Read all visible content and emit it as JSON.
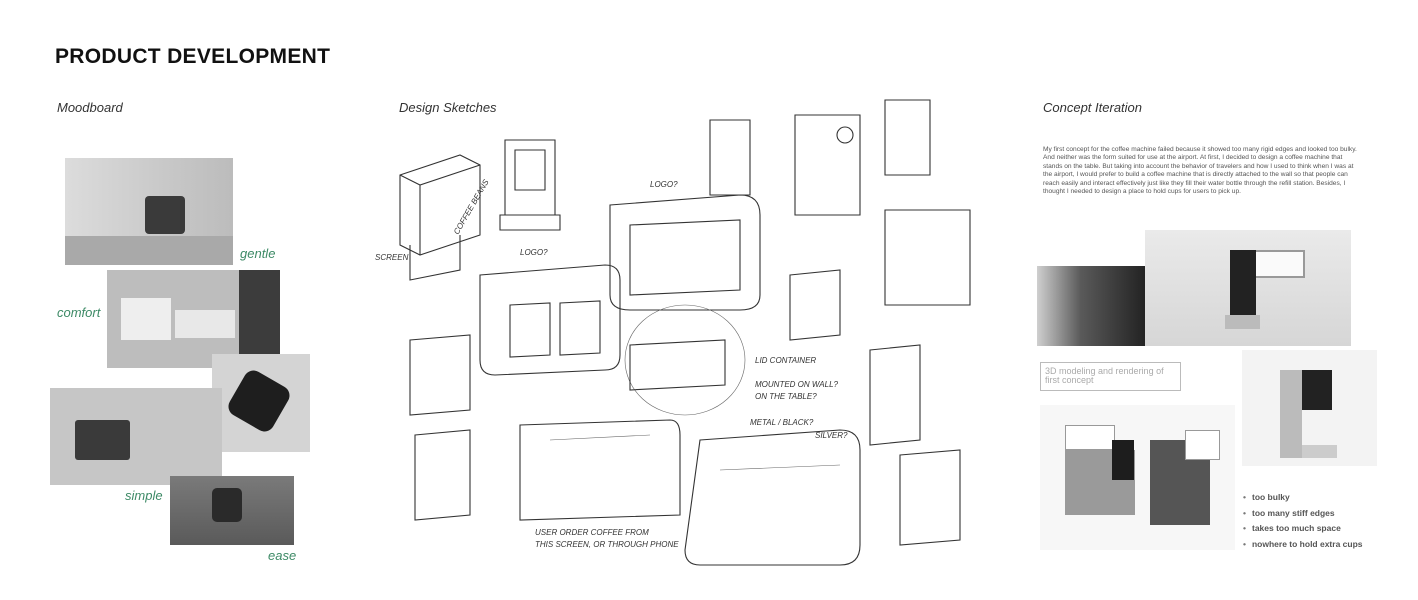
{
  "title": "PRODUCT DEVELOPMENT",
  "sections": {
    "moodboard": "Moodboard",
    "sketches": "Design Sketches",
    "concept": "Concept Iteration"
  },
  "moodboard": {
    "words": [
      "gentle",
      "comfort",
      "simple",
      "ease"
    ]
  },
  "sketch_notes": [
    "LOGO?",
    "LOGO?",
    "SCREEN",
    "COFFEE BEANS",
    "LID CONTAINER",
    "MOUNTED ON WALL?",
    "ON THE TABLE?",
    "METAL / BLACK?",
    "SILVER?",
    "USER ORDER COFFEE FROM",
    "THIS SCREEN, OR THROUGH PHONE"
  ],
  "concept": {
    "paragraph": "My first concept for the coffee machine failed because it showed too many rigid edges and looked too bulky. And neither was the form suited for use at the airport. At first, I decided to design a coffee machine that stands on the table. But taking into account the behavior of travelers and how I used to think when I was at the airport, I would prefer to build a coffee machine that is directly attached to the wall so that people can reach easily and interact effectively just like they fill their water bottle through the refill station. Besides, I thought I needed to design a place to hold cups for users to pick up.",
    "render_label": "3D modeling and rendering of first concept",
    "issues": [
      "too bulky",
      "too many stiff edges",
      "takes too much space",
      "nowhere to hold extra cups"
    ]
  },
  "colors": {
    "accent": "#3d8a66"
  }
}
